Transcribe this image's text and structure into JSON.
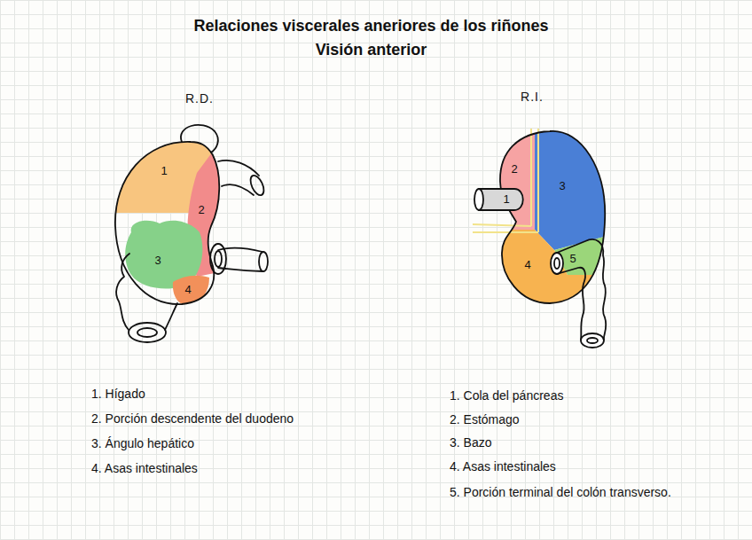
{
  "diagram": {
    "title": "Relaciones viscerales aneriores de los riñones Visión anterior",
    "labels": [
      "R.D.",
      "1",
      "2",
      "3",
      "4",
      "R.I.",
      "2",
      "1",
      "3",
      "4",
      "5",
      "1. Hígado",
      "2. Porción descendente del duodeno",
      "3. Ángulo hepático",
      "4. Asas intestinales",
      "1. Cola del páncreas",
      "2. Estómago",
      "3. Bazo",
      "4. Asas intestinales",
      "5. Porción terminal del colón transverso."
    ]
  }
}
